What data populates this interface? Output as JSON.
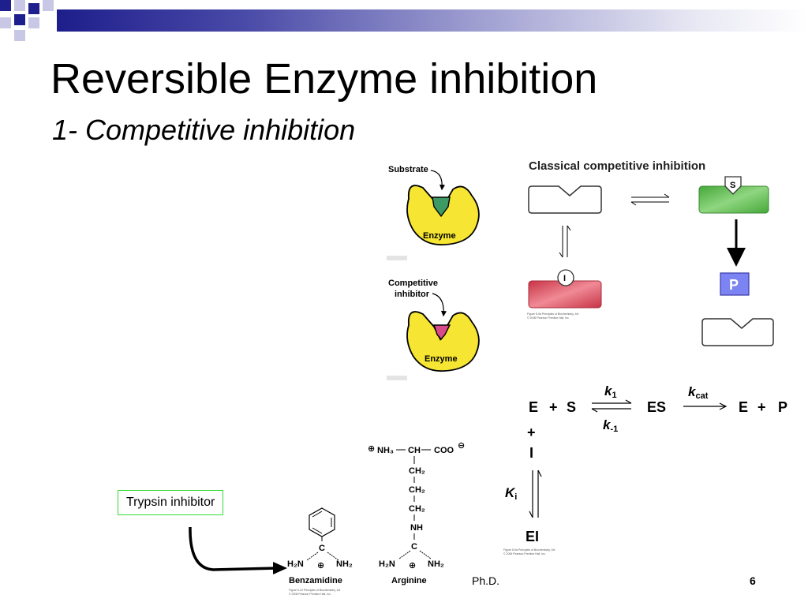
{
  "slide": {
    "title": "Reversible Enzyme inhibition",
    "subtitle": "1- Competitive inhibition",
    "footer_center": "Ph.D.",
    "page_number": "6"
  },
  "callout": {
    "label": "Trypsin inhibitor"
  },
  "enzyme_figure": {
    "substrate_label": "Substrate",
    "inhibitor_label_line1": "Competitive",
    "inhibitor_label_line2": "inhibitor",
    "enzyme_label": "Enzyme"
  },
  "classical_figure": {
    "heading": "Classical competitive inhibition",
    "s_marker": "S",
    "i_marker": "I",
    "product_label": "P",
    "credit_line1": "Figure 5-9a Principles of Biochemistry, 4/e",
    "credit_line2": "© 2006 Pearson Prentice Hall, Inc."
  },
  "scheme": {
    "E": "E",
    "plus": "+",
    "S": "S",
    "ES": "ES",
    "P": "P",
    "I": "I",
    "EI": "EI",
    "k1": "k",
    "k1_sub": "1",
    "km1": "k",
    "km1_sub": "-1",
    "kcat": "k",
    "kcat_sub": "cat",
    "Ki": "K",
    "Ki_sub": "i",
    "credit_line1": "Figure 5-9a Principles of Biochemistry, 4/e",
    "credit_line2": "© 2006 Pearson Prentice Hall, Inc."
  },
  "structures": {
    "benzamidine_name": "Benzamidine",
    "arginine_name": "Arginine",
    "C": "C",
    "H2N": "H₂N",
    "NH2": "NH₂",
    "plus_circle": "⊕",
    "NH3": "NH₃",
    "CH": "CH",
    "COO": "COO",
    "minus_circle": "⊖",
    "CH2": "CH₂",
    "NH": "NH",
    "credit_line1": "Figure 5-10 Principles of Biochemistry, 4/e",
    "credit_line2": "© 2006 Pearson Prentice Hall, Inc."
  },
  "colors": {
    "enzyme_yellow": "#f6e532",
    "substrate_green": "#3e9a64",
    "inhibitor_pink": "#d94a8a",
    "es_green": "#5cbf4c",
    "ei_red": "#d9485a",
    "product_blue": "#7b84f2",
    "callout_border": "#33dd33"
  }
}
